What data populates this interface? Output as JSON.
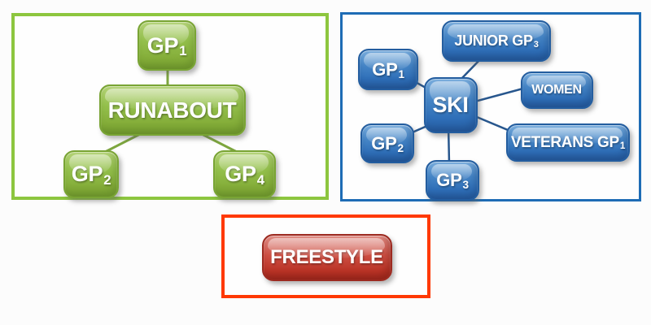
{
  "colors": {
    "green_node": "#90BC45",
    "green_panel_border": "#8DC63F",
    "green_connector": "#7DA63E",
    "blue_node": "#3273BA",
    "blue_panel_border": "#1E6CB5",
    "blue_connector": "#27568D",
    "red_node": "#C0392E",
    "red_panel_border": "#FF3903",
    "node_text": "#FFFFFF"
  },
  "panels": {
    "runabout": {
      "nodes": {
        "gp1": {
          "text": "GP",
          "sub": "1"
        },
        "runabout": {
          "text": "RUNABOUT",
          "sub": ""
        },
        "gp2": {
          "text": "GP",
          "sub": "2"
        },
        "gp4": {
          "text": "GP",
          "sub": "4"
        }
      },
      "edges": [
        {
          "from": "gp1",
          "to": "runabout"
        },
        {
          "from": "runabout",
          "to": "gp2"
        },
        {
          "from": "runabout",
          "to": "gp4"
        }
      ]
    },
    "ski": {
      "nodes": {
        "ski": {
          "text": "SKI",
          "sub": ""
        },
        "junior_gp3": {
          "text": "JUNIOR GP",
          "sub": "3"
        },
        "gp1": {
          "text": "GP",
          "sub": "1"
        },
        "women": {
          "text": "WOMEN",
          "sub": ""
        },
        "veterans_gp1": {
          "text": "VETERANS GP",
          "sub": "1"
        },
        "gp2": {
          "text": "GP",
          "sub": "2"
        },
        "gp3": {
          "text": "GP",
          "sub": "3"
        }
      },
      "edges": [
        {
          "from": "ski",
          "to": "junior_gp3"
        },
        {
          "from": "ski",
          "to": "gp1"
        },
        {
          "from": "ski",
          "to": "women"
        },
        {
          "from": "ski",
          "to": "veterans_gp1"
        },
        {
          "from": "ski",
          "to": "gp2"
        },
        {
          "from": "ski",
          "to": "gp3"
        }
      ]
    },
    "freestyle": {
      "nodes": {
        "freestyle": {
          "text": "FREESTYLE",
          "sub": ""
        }
      },
      "edges": []
    }
  }
}
